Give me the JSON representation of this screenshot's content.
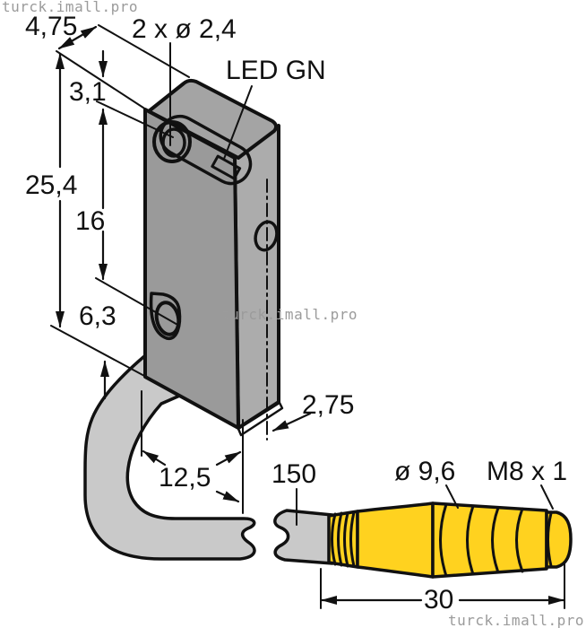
{
  "drawing": {
    "type": "sensor-dimension-drawing",
    "watermarks": {
      "top_left": "turck.imall.pro",
      "center": "turck.imall.pro",
      "bottom_right": "turck.imall.pro"
    },
    "labels": {
      "top_edge_width": "4,75",
      "mounting_holes": "2 x ø 2,4",
      "led": "LED GN",
      "hole_top_offset": "3,1",
      "body_height": "25,4",
      "hole_spacing": "16",
      "hole_bottom_offset": "6,3",
      "bottom_wall": "2,75",
      "body_width": "12,5",
      "cable_length": "150",
      "connector_diameter": "ø 9,6",
      "connector_thread": "M8 x 1",
      "connector_length": "30"
    }
  },
  "colors": {
    "paper": "#ffffff",
    "ink": "#111111",
    "body-front": "#9a9a9a",
    "body-side": "#acacac",
    "body-top": "#a4a4a4",
    "cable-gray": "#c9c9c9",
    "connector-yellow": "#ffd21f",
    "watermark": "#9b9b9b"
  }
}
